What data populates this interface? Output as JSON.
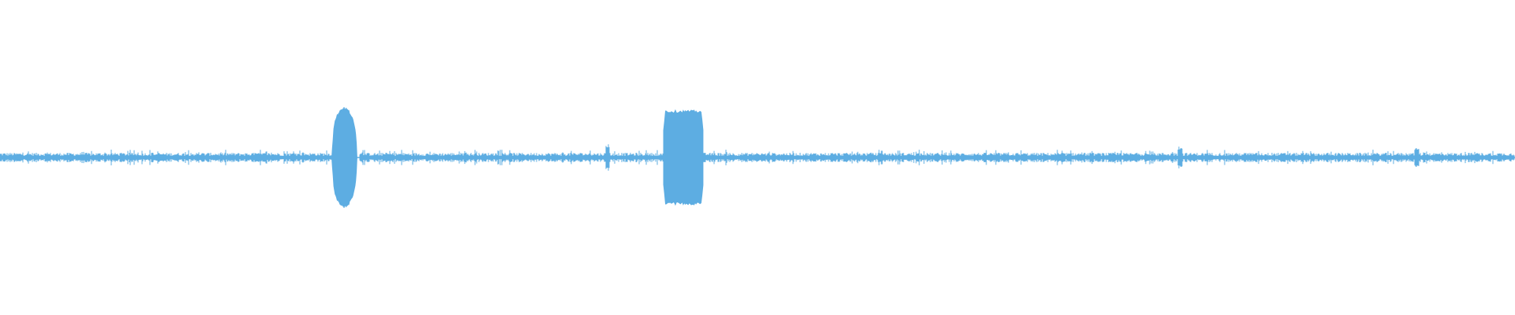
{
  "waveform": {
    "color": "#5dade2",
    "background": "#ffffff",
    "baseline_level": 0.03,
    "noise_level": 0.05,
    "bursts": [
      {
        "start": 0.219,
        "end": 0.237,
        "level": 0.32,
        "shape": "rounded"
      },
      {
        "start": 0.438,
        "end": 0.464,
        "level": 0.3,
        "shape": "box"
      }
    ],
    "spikes": [
      {
        "position": 0.401,
        "level": 0.09
      },
      {
        "position": 0.779,
        "level": 0.07
      },
      {
        "position": 0.935,
        "level": 0.06
      }
    ]
  }
}
